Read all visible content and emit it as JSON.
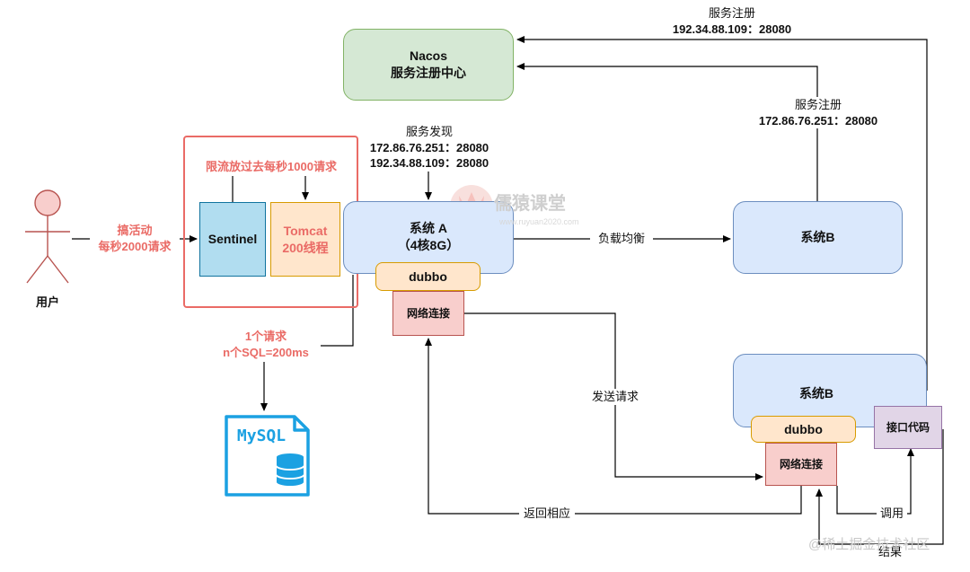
{
  "nacos": {
    "title": "Nacos",
    "subtitle": "服务注册中心"
  },
  "user": {
    "label": "用户"
  },
  "arrow_user": {
    "line1": "搞活动",
    "line2": "每秒2000请求"
  },
  "gateway": {
    "limit_label": "限流放过去每秒1000请求",
    "sentinel": "Sentinel",
    "tomcat_line1": "Tomcat",
    "tomcat_line2": "200线程"
  },
  "discovery": {
    "title": "服务发现",
    "addr1": "172.86.76.251：28080",
    "addr2": "192.34.88.109：28080"
  },
  "system_a": {
    "line1": "系统 A",
    "line2": "（4核8G）",
    "dubbo": "dubbo",
    "network": "网络连接"
  },
  "system_b_top": {
    "label": "系统B"
  },
  "system_b_bottom": {
    "label": "系统B",
    "dubbo": "dubbo",
    "network": "网络连接",
    "interface": "接口代码"
  },
  "load_balance": "负载均衡",
  "reg_top": {
    "title": "服务注册",
    "addr": "192.34.88.109：28080"
  },
  "reg_mid": {
    "title": "服务注册",
    "addr": "172.86.76.251：28080"
  },
  "sql_note": {
    "line1": "1个请求",
    "line2": "n个SQL=200ms"
  },
  "mysql": {
    "label": "MySQL"
  },
  "send_request": "发送请求",
  "return_response": "返回相应",
  "call": "调用",
  "result": "结果",
  "watermark": {
    "brand": "儒猿课堂",
    "url": "www.ruyuan2020.com"
  },
  "footer_watermark": "@稀土掘金技术社区",
  "colors": {
    "nacos_fill": "#d5e8d4",
    "nacos_stroke": "#82b366",
    "system_fill": "#dae8fc",
    "system_stroke": "#6c8ebf",
    "dubbo_fill": "#ffe6cc",
    "dubbo_stroke": "#d79b00",
    "network_fill": "#f8cecc",
    "network_stroke": "#b85450",
    "interface_fill": "#e1d5e7",
    "interface_stroke": "#9673a6",
    "sentinel_fill": "#b1ddf0",
    "sentinel_stroke": "#10739e",
    "tomcat_fill": "#ffe6cc",
    "tomcat_stroke": "#d79b00",
    "accent_red": "#ea6b66",
    "mysql_blue": "#1ba1e2"
  }
}
